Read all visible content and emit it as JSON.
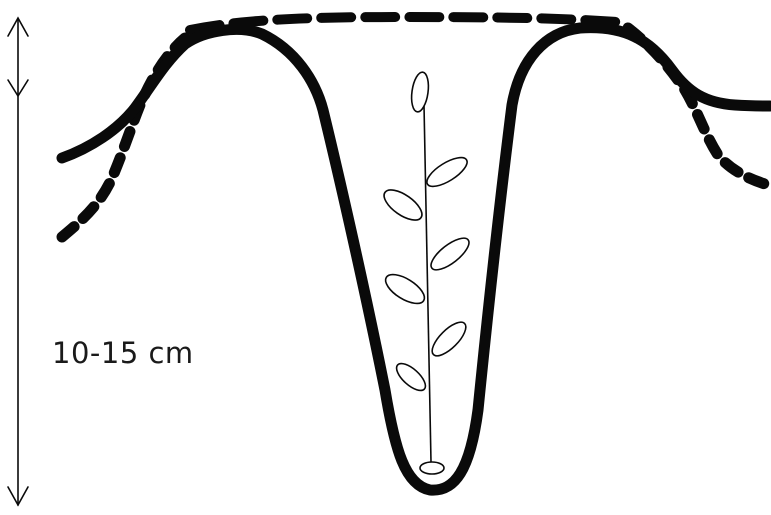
{
  "labels": {
    "depth": "10-15 cm"
  },
  "colors": {
    "ink": "#0a0a0a",
    "background": "#ffffff"
  },
  "diagram": {
    "elements": [
      "depth-dimension-arrow",
      "soil-surface-dashed-line",
      "furrow-profile-solid-line",
      "seedling-plant",
      "seed"
    ]
  }
}
